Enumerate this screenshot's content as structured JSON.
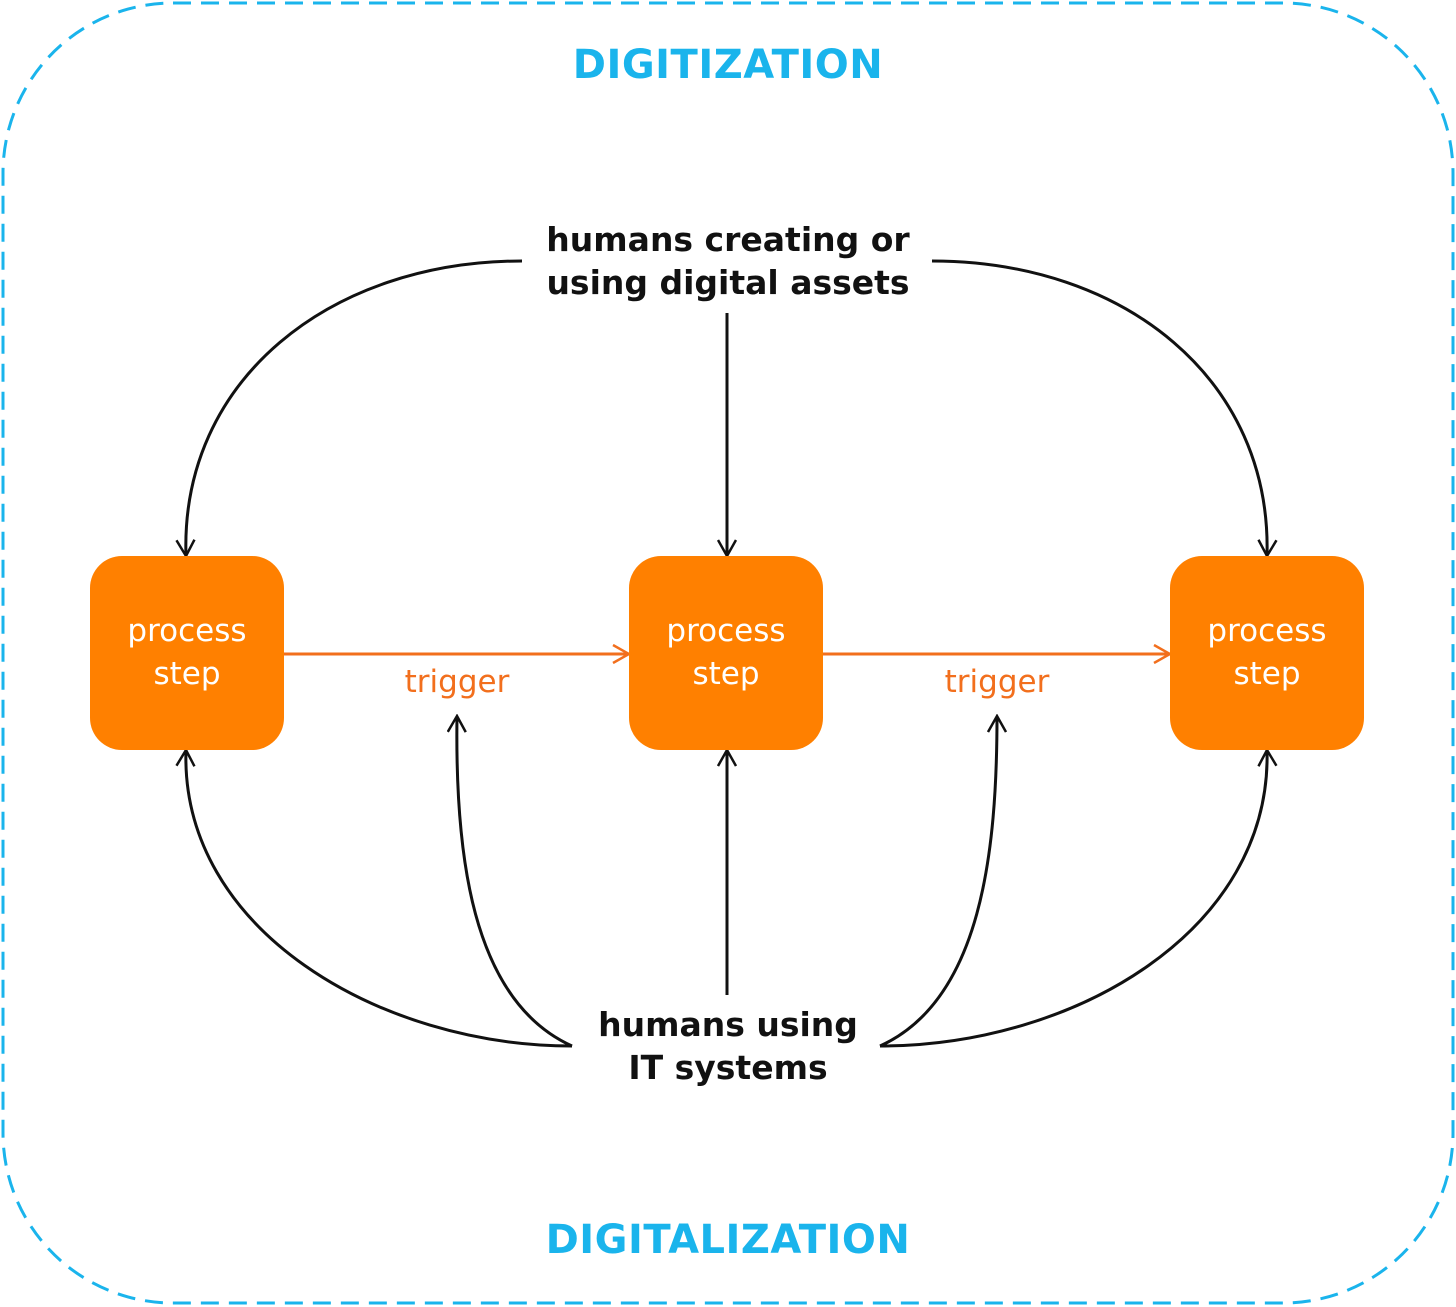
{
  "colors": {
    "accent_blue": "#1ab4ec",
    "process_orange": "#ff8000",
    "trigger_orange": "#f26f1d",
    "arrow_dark": "#111111"
  },
  "top_section": {
    "label": "DIGITIZATION"
  },
  "bottom_section": {
    "label": "DIGITALIZATION"
  },
  "top_actor": {
    "line1": "humans creating or",
    "line2": "using digital assets"
  },
  "bottom_actor": {
    "line1": "humans using",
    "line2": "IT systems"
  },
  "process_steps": [
    {
      "line1": "process",
      "line2": "step"
    },
    {
      "line1": "process",
      "line2": "step"
    },
    {
      "line1": "process",
      "line2": "step"
    }
  ],
  "triggers": [
    {
      "label": "trigger"
    },
    {
      "label": "trigger"
    }
  ]
}
